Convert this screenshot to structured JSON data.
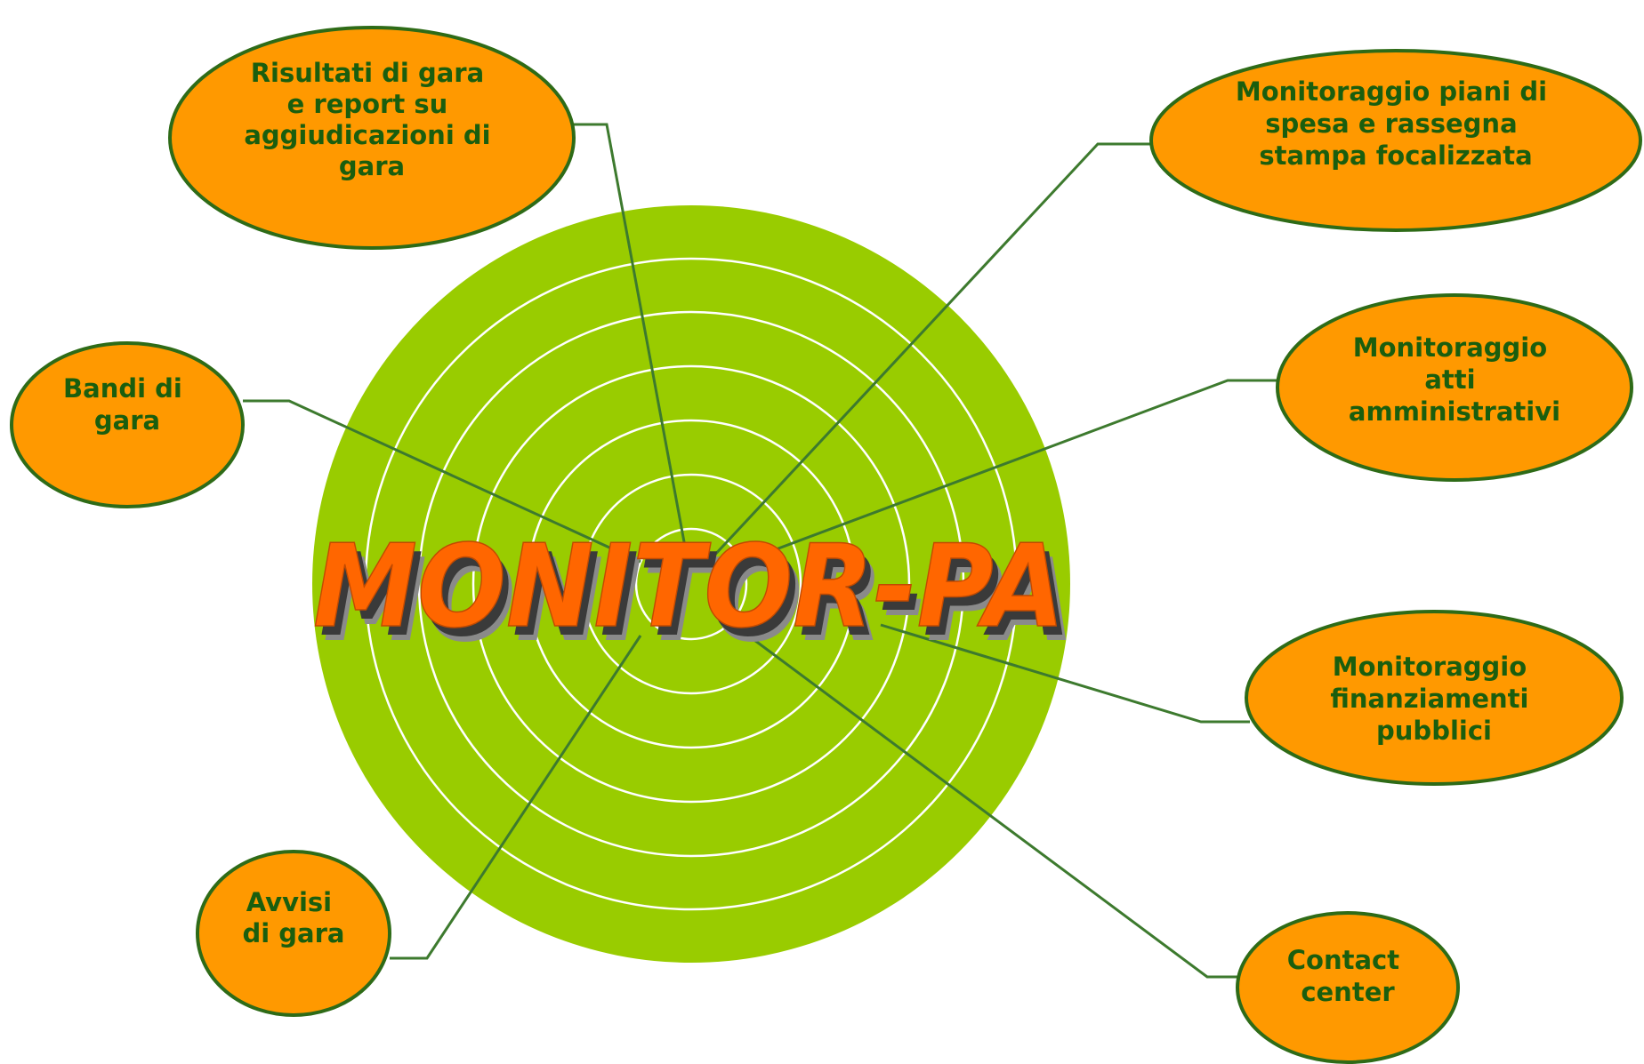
{
  "colors": {
    "disc": "#99cc00",
    "ring": "#ffffff",
    "node_fill": "#ff9900",
    "node_stroke": "#2e6b17",
    "connector": "#3d7a2e",
    "text": "#1a5e0e",
    "title_face": "#ff6600",
    "title_extrude": "#3a3a3a"
  },
  "title": "MONITOR-PA",
  "nodes": [
    {
      "id": "risultati",
      "lines": [
        "Risultati di gara",
        "e report su",
        "aggiudicazioni di",
        "gara"
      ]
    },
    {
      "id": "bandi",
      "lines": [
        "Bandi di",
        "gara"
      ]
    },
    {
      "id": "avvisi",
      "lines": [
        "Avvisi",
        "di gara"
      ]
    },
    {
      "id": "piani",
      "lines": [
        "Monitoraggio piani di",
        "spesa e rassegna",
        "stampa focalizzata"
      ]
    },
    {
      "id": "atti",
      "lines": [
        "Monitoraggio",
        "atti",
        "amministrativi"
      ]
    },
    {
      "id": "finanziamenti",
      "lines": [
        "Monitoraggio",
        "finanziamenti",
        "pubblici"
      ]
    },
    {
      "id": "contact",
      "lines": [
        "Contact",
        "center"
      ]
    }
  ]
}
